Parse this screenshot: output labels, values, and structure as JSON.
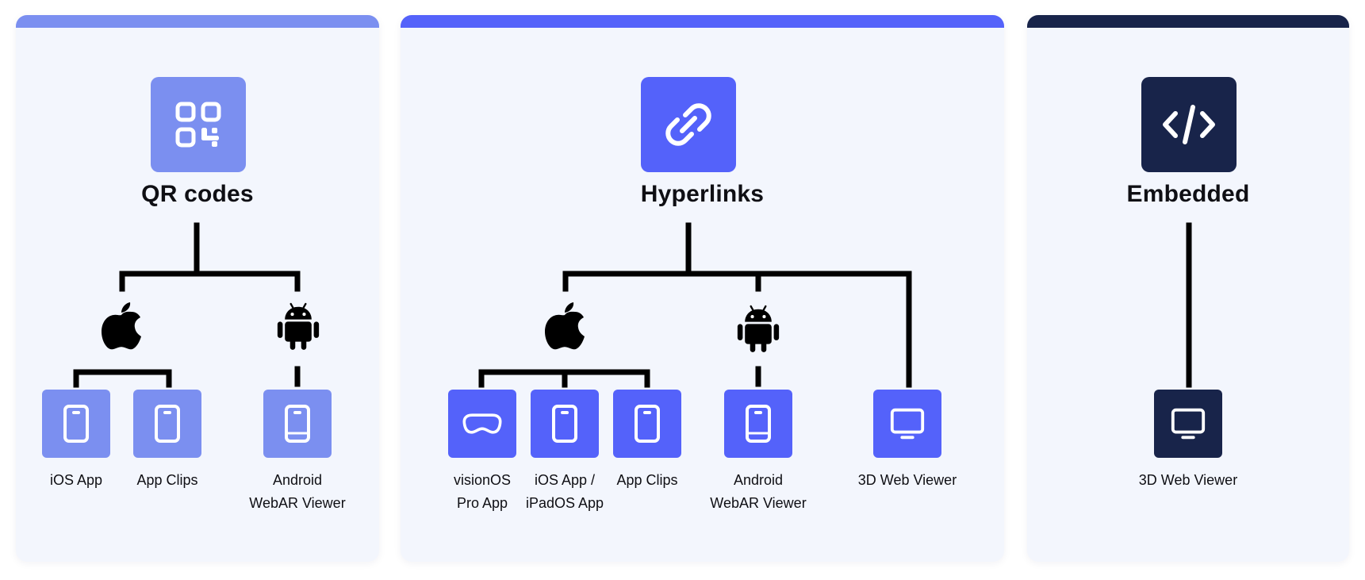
{
  "colors": {
    "qr": "#7b8ff0",
    "hyperlinks": "#5462fa",
    "embedded": "#18244a",
    "panel_bg": "#f3f6fd",
    "line": "#000000"
  },
  "panels": {
    "qr": {
      "title": "QR codes",
      "icon": "qr-code-icon",
      "items": [
        {
          "label_line1": "iOS App",
          "label_line2": "",
          "icon": "phone-icon"
        },
        {
          "label_line1": "App Clips",
          "label_line2": "",
          "icon": "phone-icon"
        },
        {
          "label_line1": "Android",
          "label_line2": "WebAR Viewer",
          "icon": "phone-icon"
        }
      ]
    },
    "hyperlinks": {
      "title": "Hyperlinks",
      "icon": "link-icon",
      "items": [
        {
          "label_line1": "visionOS",
          "label_line2": "Pro App",
          "icon": "vision-pro-icon"
        },
        {
          "label_line1": "iOS App /",
          "label_line2": "iPadOS App",
          "icon": "phone-icon"
        },
        {
          "label_line1": "App Clips",
          "label_line2": "",
          "icon": "phone-icon"
        },
        {
          "label_line1": "Android",
          "label_line2": "WebAR Viewer",
          "icon": "phone-icon"
        },
        {
          "label_line1": "3D Web Viewer",
          "label_line2": "",
          "icon": "monitor-icon"
        }
      ]
    },
    "embedded": {
      "title": "Embedded",
      "icon": "code-icon",
      "items": [
        {
          "label_line1": "3D Web Viewer",
          "label_line2": "",
          "icon": "monitor-icon"
        }
      ]
    }
  }
}
